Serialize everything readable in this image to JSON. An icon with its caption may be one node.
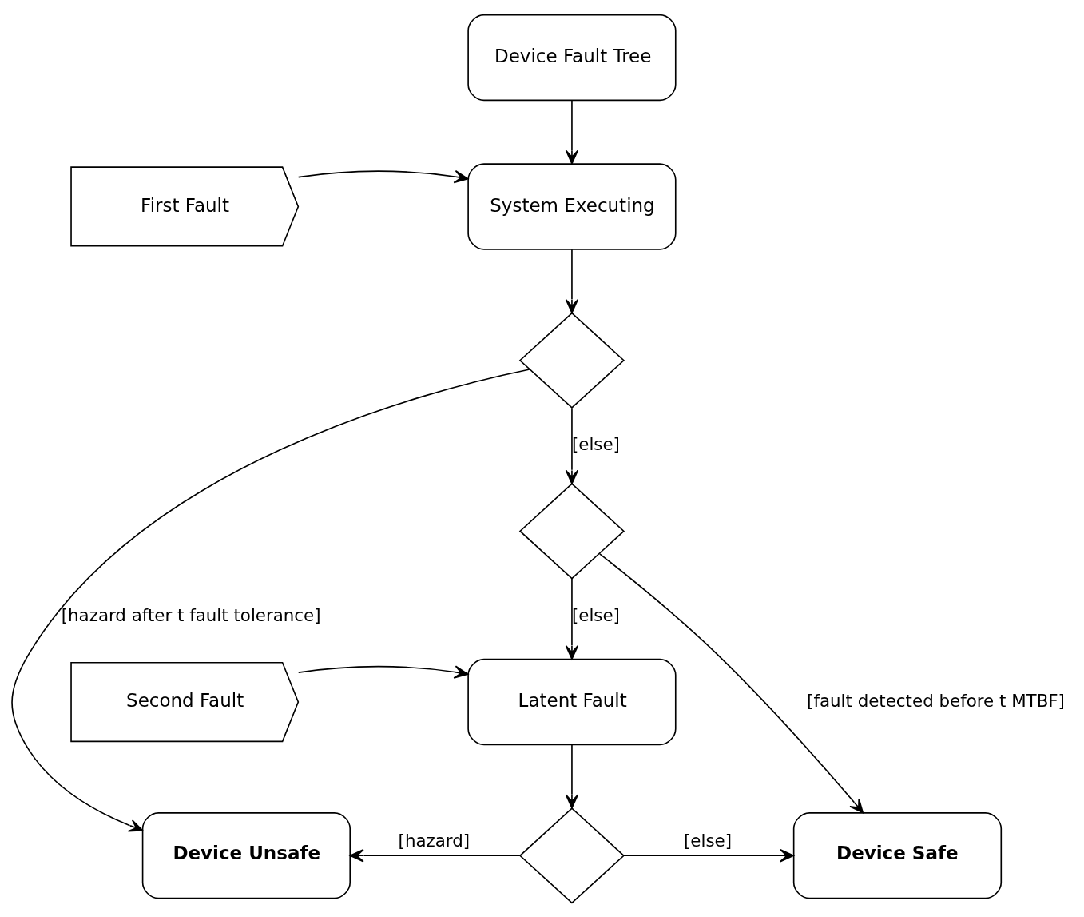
{
  "diagram": {
    "nodes": [
      {
        "text": [
          "Device Fault Tree"
        ]
      },
      {
        "text": [
          "First Fault"
        ]
      },
      {
        "text": [
          "System Executing"
        ]
      },
      {
        "text": [],
        "shape": "diamond"
      },
      {
        "text": [],
        "shape": "diamond"
      },
      {
        "text": [
          "Second Fault"
        ]
      },
      {
        "text": [
          "Latent Fault"
        ]
      },
      {
        "text": [],
        "shape": "diamond"
      },
      {
        "text": [
          "Device Unsafe"
        ]
      },
      {
        "text": [
          "Device Safe"
        ]
      }
    ],
    "edges": [
      {
        "from": 0,
        "to": 2,
        "arrow": "to"
      },
      {
        "from": 1,
        "to": 2,
        "arrow": "to"
      },
      {
        "from": 2,
        "to": 3,
        "arrow": "to"
      },
      {
        "from": 3,
        "to": 8,
        "arrow": "to",
        "label": "[hazard after t fault tolerance]"
      },
      {
        "from": 3,
        "to": 4,
        "arrow": "to",
        "label": "[else]"
      },
      {
        "from": 4,
        "to": 9,
        "arrow": "to",
        "label": "[fault detected before t MTBF]"
      },
      {
        "from": 4,
        "to": 6,
        "arrow": "to",
        "label": "[else]"
      },
      {
        "from": 5,
        "to": 6,
        "arrow": "to"
      },
      {
        "from": 6,
        "to": 7,
        "arrow": "to"
      },
      {
        "from": 7,
        "to": 8,
        "arrow": "to",
        "label": "[hazard]"
      },
      {
        "from": 7,
        "to": 9,
        "arrow": "to",
        "label": "[else]"
      }
    ]
  }
}
